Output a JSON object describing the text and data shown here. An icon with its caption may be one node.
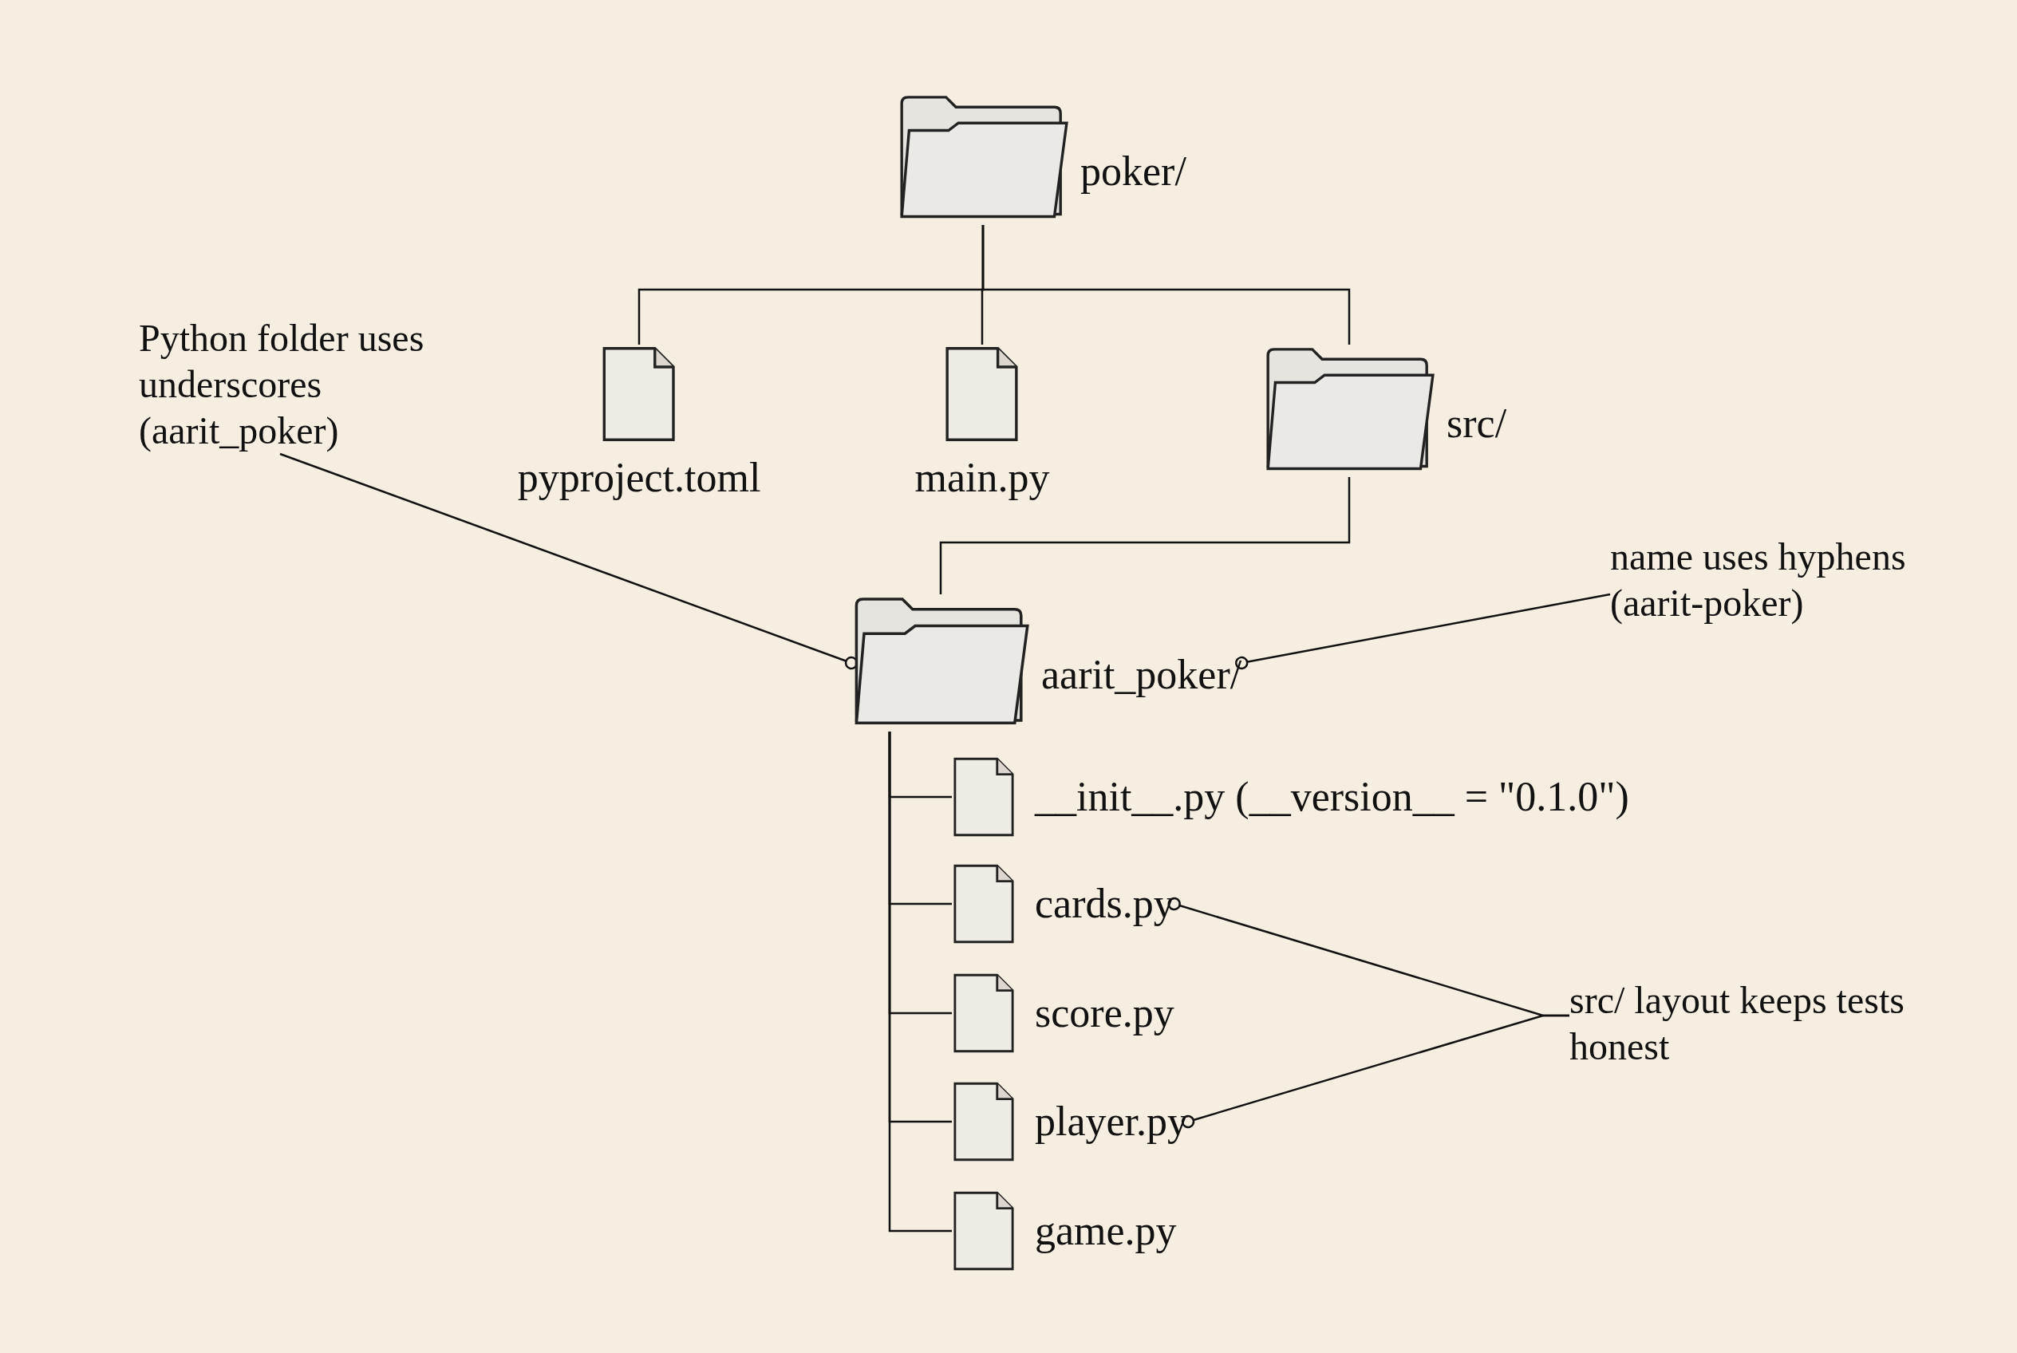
{
  "diagram": {
    "nodes": [
      {
        "text": [
          "poker/"
        ]
      },
      {
        "text": [
          "pyproject.toml"
        ]
      },
      {
        "text": [
          "main.py"
        ]
      },
      {
        "text": [
          "src/"
        ]
      },
      {
        "text": [
          "aarit_poker/"
        ]
      },
      {
        "text": [
          "__init__.py (__version__ = \"0.1.0\")"
        ]
      },
      {
        "text": [
          "cards.py"
        ]
      },
      {
        "text": [
          "score.py"
        ]
      },
      {
        "text": [
          "player.py"
        ]
      },
      {
        "text": [
          "game.py"
        ]
      },
      {
        "text": [
          "Python folder uses underscores (aarit_poker)"
        ]
      },
      {
        "text": [
          "name uses hyphens (aarit-poker)"
        ]
      },
      {
        "text": [
          "src/ layout keeps tests honest"
        ]
      }
    ],
    "edges": [
      {
        "from": 0,
        "to": 1,
        "arrow": "none"
      },
      {
        "from": 0,
        "to": 2,
        "arrow": "none"
      },
      {
        "from": 0,
        "to": 3,
        "arrow": "none"
      },
      {
        "from": 3,
        "to": 4,
        "arrow": "none"
      },
      {
        "from": 4,
        "to": 5,
        "arrow": "none"
      },
      {
        "from": 4,
        "to": 6,
        "arrow": "none"
      },
      {
        "from": 4,
        "to": 7,
        "arrow": "none"
      },
      {
        "from": 4,
        "to": 8,
        "arrow": "none"
      },
      {
        "from": 4,
        "to": 9,
        "arrow": "none"
      },
      {
        "from": 10,
        "to": 4,
        "arrow": "other"
      },
      {
        "from": 11,
        "to": 4,
        "arrow": "other"
      },
      {
        "from": 12,
        "to": 6,
        "arrow": "other"
      },
      {
        "from": 12,
        "to": 8,
        "arrow": "other"
      }
    ]
  }
}
